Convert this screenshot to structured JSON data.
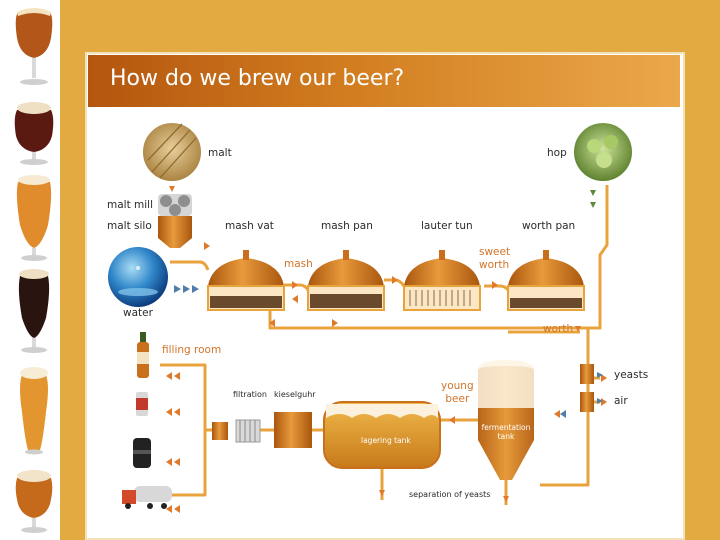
{
  "title": "How do we brew our beer?",
  "labels": {
    "malt": "malt",
    "hop": "hop",
    "malt_mill": "malt mill",
    "malt_silo": "malt silo",
    "mash_vat": "mash vat",
    "mash_pan": "mash pan",
    "lauter_tun": "lauter tun",
    "worth_pan": "worth pan",
    "mash": "mash",
    "sweet_worth": "sweet\nworth",
    "water": "water",
    "worth": "worth",
    "filling_room": "filling room",
    "filtration": "filtration",
    "kieselguhr": "kieselguhr",
    "young_beer": "young\nbeer",
    "yeasts": "yeasts",
    "air": "air",
    "lagering_tank": "lagering tank",
    "fermentation_tank": "fermentation\ntank",
    "separation_of_yeasts": "separation of yeasts"
  },
  "colors": {
    "background": "#e2aa40",
    "pipe": "#e8a33c",
    "copper": "#c8701c",
    "arrow_orange": "#e07a2a",
    "arrow_blue": "#4f7fa8",
    "arrow_green": "#5a8a3a",
    "header_dark": "#b4560f",
    "header_light": "#eba84a"
  },
  "icons": {
    "glasses": [
      "amber-beer-glass-icon",
      "dark-red-beer-glass-icon",
      "pale-beer-glass-icon",
      "stout-beer-glass-icon",
      "wheat-beer-glass-icon",
      "ale-beer-glass-icon"
    ],
    "fill_products": [
      "beer-bottle-icon",
      "beer-can-icon",
      "keg-icon",
      "tanker-truck-icon"
    ]
  }
}
